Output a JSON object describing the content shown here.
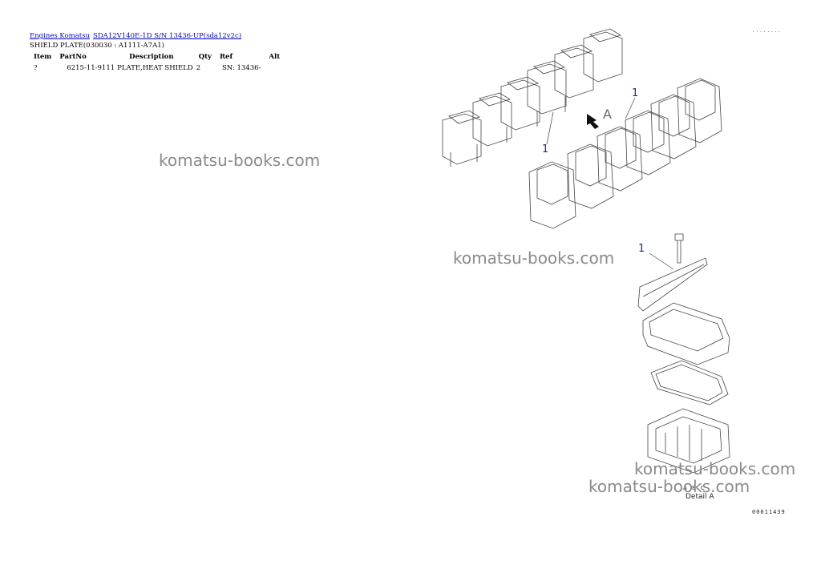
{
  "breadcrumb": {
    "link1": "Engines Komatsu",
    "link2": "SDA12V140E-1D S/N 13436-UP(sda12v2c)"
  },
  "subtitle": "SHIELD PLATE(030030 : A1111-A7A1)",
  "table": {
    "headers": [
      "Item",
      "PartNo",
      "Description",
      "Qty",
      "Ref",
      "Alt"
    ],
    "rows": [
      [
        "?",
        "6215-11-9111",
        "PLATE,HEAT SHIELD",
        "2",
        "SN: 13436-",
        ""
      ]
    ]
  },
  "watermark": "komatsu-books.com",
  "diagram": {
    "callout_1": "1",
    "view_arrow_label": "A",
    "detail_caption": "Detail A",
    "detail_marks": "A  B  C",
    "drawing_number": "00011439",
    "corner_code": "........"
  },
  "colors": {
    "link": "#0000cc",
    "callout": "#1a2a9a",
    "watermark": "#8a8a8a"
  }
}
